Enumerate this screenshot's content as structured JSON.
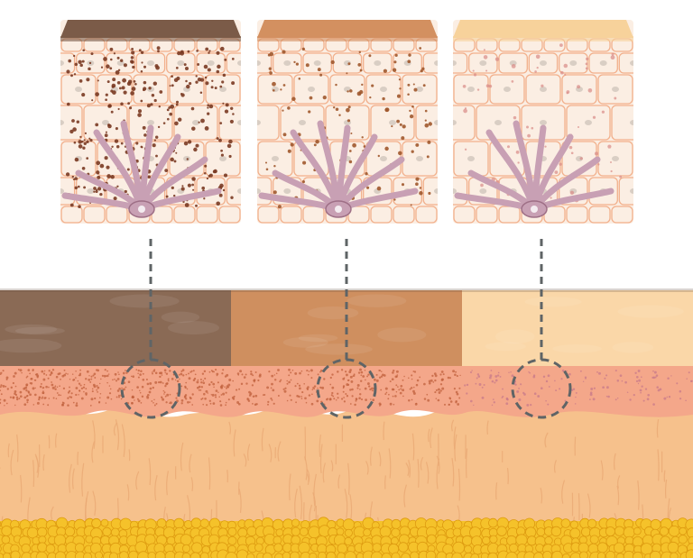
{
  "diagram": {
    "panels": [
      {
        "id": "dark",
        "tone_color": "#8a6a55",
        "top_cap_color": "#7b5b48",
        "melanin_granule_color": "#7a3a22",
        "melanin_density": 3
      },
      {
        "id": "medium",
        "tone_color": "#cf8f5f",
        "top_cap_color": "#d39060",
        "melanin_granule_color": "#a0582c",
        "melanin_density": 2
      },
      {
        "id": "light",
        "tone_color": "#fad7a8",
        "top_cap_color": "#f7d29b",
        "melanin_granule_color": "#d88a86",
        "melanin_density": 1
      }
    ],
    "colors": {
      "cell_fill": "#fbeee3",
      "cell_stroke": "#f2b08c",
      "nucleus": "#d9cec4",
      "melanocyte": "#c8a0b4",
      "melanocyte_stroke": "#9e6f86",
      "connector": "#5f6466",
      "epidermis_base": "#f4a78a",
      "dermis": "#f6c18c",
      "dermis_fiber": "#eaa974",
      "fat": "#f5c22a",
      "fat_stroke": "#dd9a10"
    },
    "icons": [
      "magnify-circle-icon",
      "skin-cell-block-icon",
      "melanocyte-icon"
    ]
  }
}
